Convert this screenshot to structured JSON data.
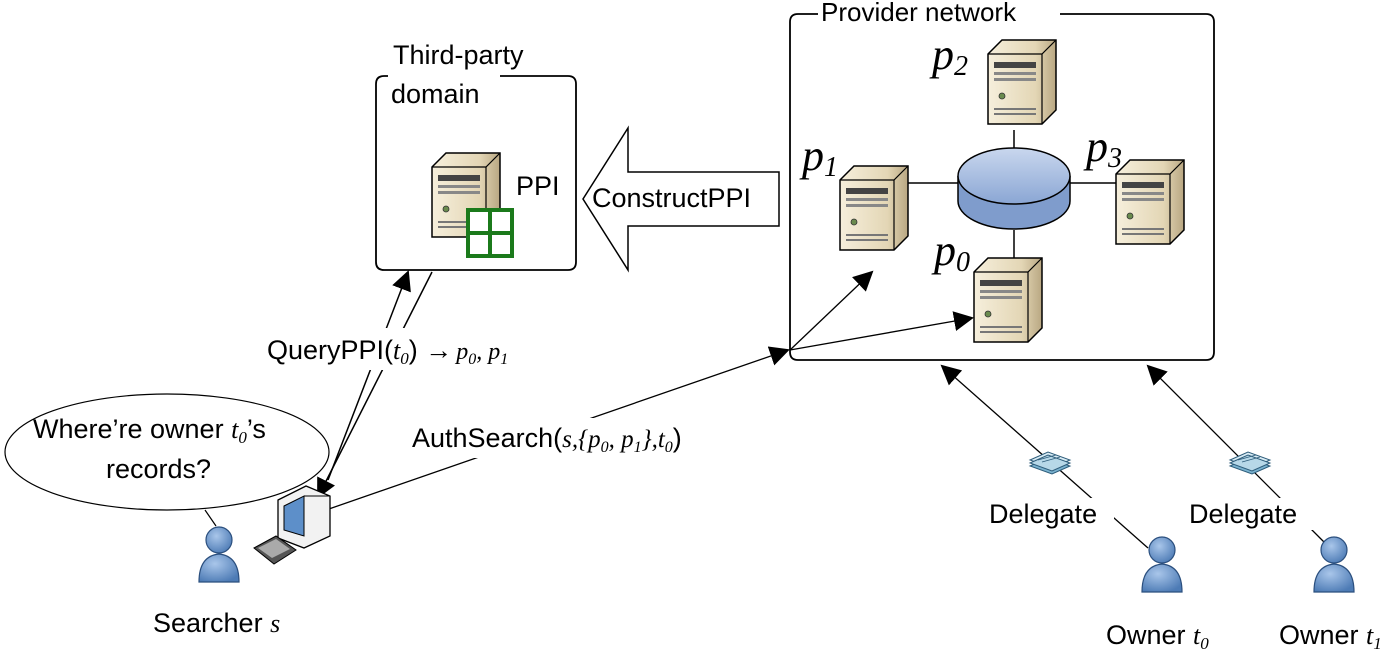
{
  "third_party": {
    "title_line1": "Third-party",
    "title_line2": "domain",
    "ppi_label": "PPI"
  },
  "provider_network": {
    "title": "Provider network",
    "providers": [
      {
        "base": "p",
        "sub": "2"
      },
      {
        "base": "p",
        "sub": "1"
      },
      {
        "base": "p",
        "sub": "3"
      },
      {
        "base": "p",
        "sub": "0"
      }
    ]
  },
  "construct_arrow": {
    "label": "ConstructPPI"
  },
  "query": {
    "label": "QueryPPI(",
    "arg_base": "t",
    "arg_sub": "0",
    "close": ")",
    "arrow": " →",
    "result": [
      {
        "base": "p",
        "sub": "0",
        "sep": ", "
      },
      {
        "base": "p",
        "sub": "1",
        "sep": ""
      }
    ]
  },
  "auth_search": {
    "label": "AuthSearch(",
    "args_prefix": "s,{",
    "p0_base": "p",
    "p0_sub": "0",
    "sep": ", ",
    "p1_base": "p",
    "p1_sub": "1",
    "args_suffix": "},",
    "t_base": "t",
    "t_sub": "0",
    "close": ")"
  },
  "speech_bubble": {
    "line1_prefix": "Where’re owner ",
    "t_base": "t",
    "t_sub": "0",
    "line1_suffix": "’s",
    "line2": "records?"
  },
  "searcher": {
    "label": "Searcher ",
    "var": "s"
  },
  "delegates": [
    "Delegate",
    "Delegate"
  ],
  "owners": [
    {
      "label": "Owner ",
      "base": "t",
      "sub": "0"
    },
    {
      "label": "Owner ",
      "base": "t",
      "sub": "1"
    }
  ],
  "colors": {
    "server_body": "#ede2c8",
    "server_shade": "#b9a782",
    "disk_fill": "#a9bfe0",
    "disk_side": "#7f9ccc",
    "person_fill": "#6d96c9",
    "ppi_grid": "#1b7a1b",
    "stroke": "#000000"
  }
}
